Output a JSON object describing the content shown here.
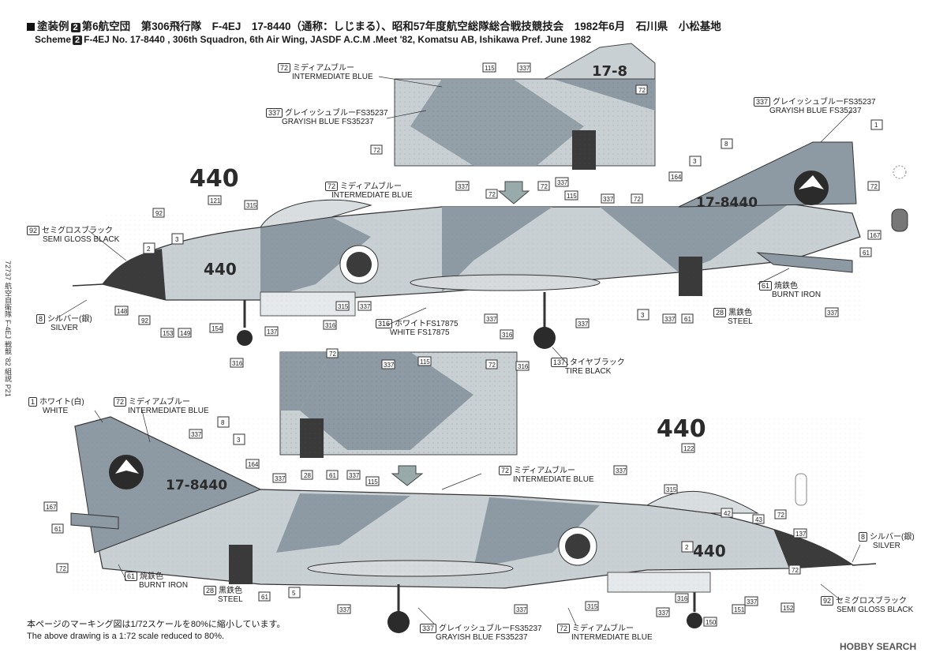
{
  "header": {
    "jp_prefix": "塗装例",
    "scheme_no": "2",
    "jp_title": "第6航空団　第306飛行隊　F-4EJ　17-8440（通称：しじまる）、昭和57年度航空総隊総合戦技競技会　1982年6月　石川県　小松基地",
    "en_prefix": "Scheme",
    "en_title": "F-4EJ No. 17-8440 , 306th Squadron, 6th Air Wing, JASDF A.C.M .Meet '82, Komatsu AB, Ishikawa Pref. June 1982"
  },
  "side_text": "72737 航空自衛隊 F-4EJ 戦競 '82 組説 P21",
  "footer": {
    "jp_note": "本ページのマーキング図は1/72スケールを80%に縮小しています。",
    "en_note": "The above drawing is a 1:72 scale reduced to 80%.",
    "logo": "HOBBY SEARCH"
  },
  "markings": {
    "tail_number": "17-8440",
    "nose_number": "440",
    "number_440": "440"
  },
  "labels": {
    "top_72": {
      "code": "72",
      "jp": "ミディアムブルー",
      "en": "INTERMEDIATE BLUE"
    },
    "top_337": {
      "code": "337",
      "jp": "グレイッシュブルーFS35237",
      "en": "GRAYISH BLUE FS35237"
    },
    "tr_337": {
      "code": "337",
      "jp": "グレイッシュブルーFS35237",
      "en": "GRAYISH BLUE FS35237"
    },
    "mid_72": {
      "code": "72",
      "jp": "ミディアムブルー",
      "en": "INTERMEDIATE BLUE"
    },
    "l_92": {
      "code": "92",
      "jp": "セミグロスブラック",
      "en": "SEMI GLOSS BLACK"
    },
    "l_8": {
      "code": "8",
      "jp": "シルバー(銀)",
      "en": "SILVER"
    },
    "r_61": {
      "code": "61",
      "jp": "焼鉄色",
      "en": "BURNT IRON"
    },
    "r_28": {
      "code": "28",
      "jp": "黒鉄色",
      "en": "STEEL"
    },
    "c_316": {
      "code": "316",
      "jp": "ホワイトFS17875",
      "en": "WHITE FS17875"
    },
    "c_137": {
      "code": "137",
      "jp": "タイヤブラック",
      "en": "TIRE BLACK"
    },
    "b_1": {
      "code": "1",
      "jp": "ホワイト(白)",
      "en": "WHITE"
    },
    "b_72": {
      "code": "72",
      "jp": "ミディアムブルー",
      "en": "INTERMEDIATE BLUE"
    },
    "bm_72": {
      "code": "72",
      "jp": "ミディアムブルー",
      "en": "INTERMEDIATE BLUE"
    },
    "b_61": {
      "code": "61",
      "jp": "焼鉄色",
      "en": "BURNT IRON"
    },
    "b_28": {
      "code": "28",
      "jp": "黒鉄色",
      "en": "STEEL"
    },
    "br_8": {
      "code": "8",
      "jp": "シルバー(銀)",
      "en": "SILVER"
    },
    "br_92": {
      "code": "92",
      "jp": "セミグロスブラック",
      "en": "SEMI GLOSS BLACK"
    },
    "bb_337": {
      "code": "337",
      "jp": "グレイッシュブルーFS35237",
      "en": "GRAYISH BLUE FS35237"
    },
    "bb_72": {
      "code": "72",
      "jp": "ミディアムブルー",
      "en": "INTERMEDIATE BLUE"
    }
  },
  "callouts": [
    "115",
    "337",
    "72",
    "121",
    "315",
    "164",
    "3",
    "8",
    "1",
    "167",
    "2",
    "148",
    "149",
    "153",
    "154",
    "137",
    "316",
    "152",
    "151",
    "150",
    "122",
    "42",
    "43",
    "5"
  ],
  "colors": {
    "intermediate_blue": "#8e9aa3",
    "grayish_blue": "#c9d0d4",
    "semi_gloss_black": "#2b2b2b",
    "burnt_iron": "#9aa0a4"
  }
}
